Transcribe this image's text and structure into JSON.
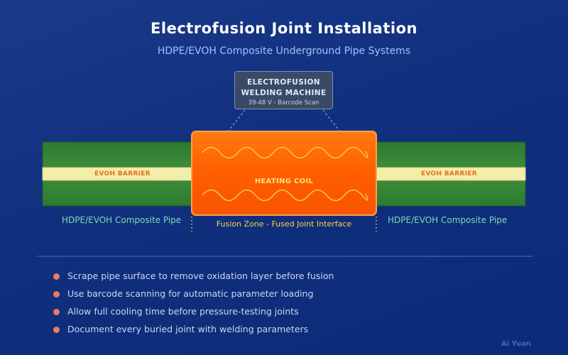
{
  "title": "Electrofusion Joint Installation",
  "subtitle": "HDPE/EVOH Composite Underground Pipe Systems",
  "machine": {
    "line1": "ELECTROFUSION",
    "line2": "WELDING MACHINE",
    "spec": "39-48 V - Barcode Scan"
  },
  "pipe": {
    "barrier_label": "EVOH BARRIER",
    "left_caption": "HDPE/EVOH Composite Pipe",
    "right_caption": "HDPE/EVOH Composite Pipe"
  },
  "fitting": {
    "coil_label": "HEATING COIL",
    "zone_caption": "Fusion Zone - Fused Joint Interface"
  },
  "tips": [
    "Scrape pipe surface to remove oxidation layer before fusion",
    "Use barcode scanning for automatic parameter loading",
    "Allow full cooling time before pressure-testing joints",
    "Document every buried joint with welding parameters"
  ],
  "credit": "Ai Yuan",
  "colors": {
    "background": "#12328a",
    "pipe_green": "#3c8a3c",
    "barrier_yellow": "#f2eeaa",
    "coil_orange": "#ff6a00",
    "bullet_dot": "#f07a5a"
  }
}
